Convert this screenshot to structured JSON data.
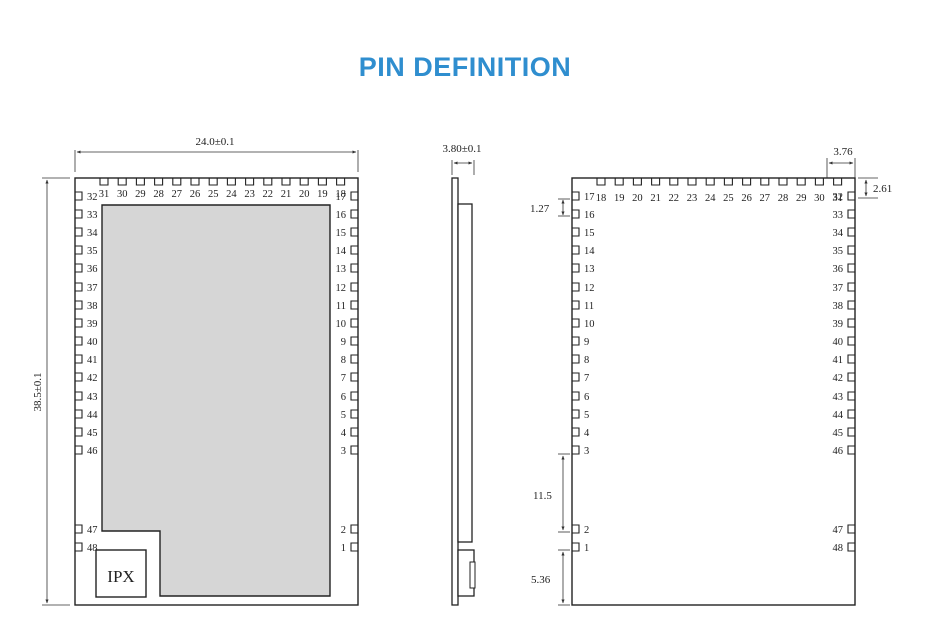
{
  "title": "PIN DEFINITION",
  "accent_color": "#2f8ecf",
  "front": {
    "width_dim": "24.0±0.1",
    "height_dim": "38.5±0.1",
    "top_pins": [
      "31",
      "30",
      "29",
      "28",
      "27",
      "26",
      "25",
      "24",
      "23",
      "22",
      "21",
      "20",
      "19",
      "18"
    ],
    "left_pins": [
      "32",
      "33",
      "34",
      "35",
      "36",
      "37",
      "38",
      "39",
      "40",
      "41",
      "42",
      "43",
      "44",
      "45",
      "46"
    ],
    "left_bottom_pins": [
      "47",
      "48"
    ],
    "right_pins": [
      "17",
      "16",
      "15",
      "14",
      "13",
      "12",
      "11",
      "10",
      "9",
      "8",
      "7",
      "6",
      "5",
      "4",
      "3"
    ],
    "right_bottom_pins": [
      "2",
      "1"
    ],
    "antenna_label": "IPX"
  },
  "side": {
    "thickness_dim": "3.80±0.1"
  },
  "back": {
    "top_right_dim": "3.76",
    "corner_dim": "2.61",
    "pitch_dim": "1.27",
    "gap_dim": "11.5",
    "bottom_dim": "5.36",
    "top_pins": [
      "18",
      "19",
      "20",
      "21",
      "22",
      "23",
      "24",
      "25",
      "26",
      "27",
      "28",
      "29",
      "30",
      "31"
    ],
    "left_pins": [
      "17",
      "16",
      "15",
      "14",
      "13",
      "12",
      "11",
      "10",
      "9",
      "8",
      "7",
      "6",
      "5",
      "4",
      "3"
    ],
    "left_bottom_pins": [
      "2",
      "1"
    ],
    "right_pins": [
      "32",
      "33",
      "34",
      "35",
      "36",
      "37",
      "38",
      "39",
      "40",
      "41",
      "42",
      "43",
      "44",
      "45",
      "46"
    ],
    "right_bottom_pins": [
      "47",
      "48"
    ]
  }
}
